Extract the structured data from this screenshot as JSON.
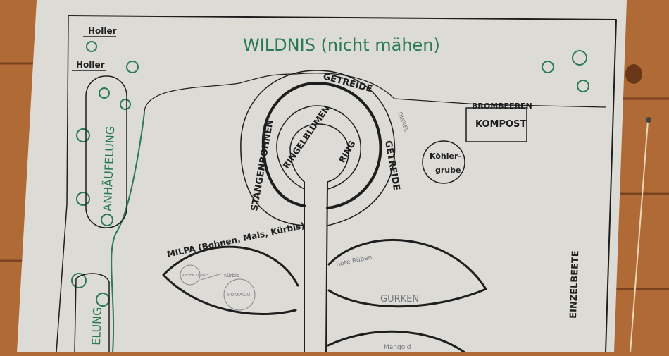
{
  "plan": {
    "wildnis": "WILDNIS (nicht mähen)",
    "holler_1": "Holler",
    "holler_2": "Holler",
    "anhaeufelung": "ANHÄUFELUNG",
    "anhaeufelung_2": "ELUNG",
    "getreide_top": "GETREIDE",
    "getreide_right": "GETREIDE",
    "stangenbohnen": "STANGENBOHNEN",
    "ringelblume": "RINGELBLUMEN",
    "ring": "RING",
    "dinkel": "DINKEL",
    "brombeeren": "BROMBEEREN",
    "kompost": "KOMPOST",
    "koehlergrube": [
      "Köhler-",
      "grube"
    ],
    "milpa": "MILPA (Bohnen, Mais, Kürbis)",
    "kuerbis": "Kürbis",
    "hokkaido": "HOKKAIDO",
    "riesenkuerbis": "RIESEN KÜRBIS",
    "rote_rueben": "Rote Rüben",
    "gurken": "GURKEN",
    "mangold": "Mangold",
    "einzelbeete": "EINZELBEETE",
    "colors": {
      "wood": "#b06a36",
      "paper": "#dcdbd5",
      "ink": "#1e1e1e",
      "green": "#2a7a52"
    }
  }
}
